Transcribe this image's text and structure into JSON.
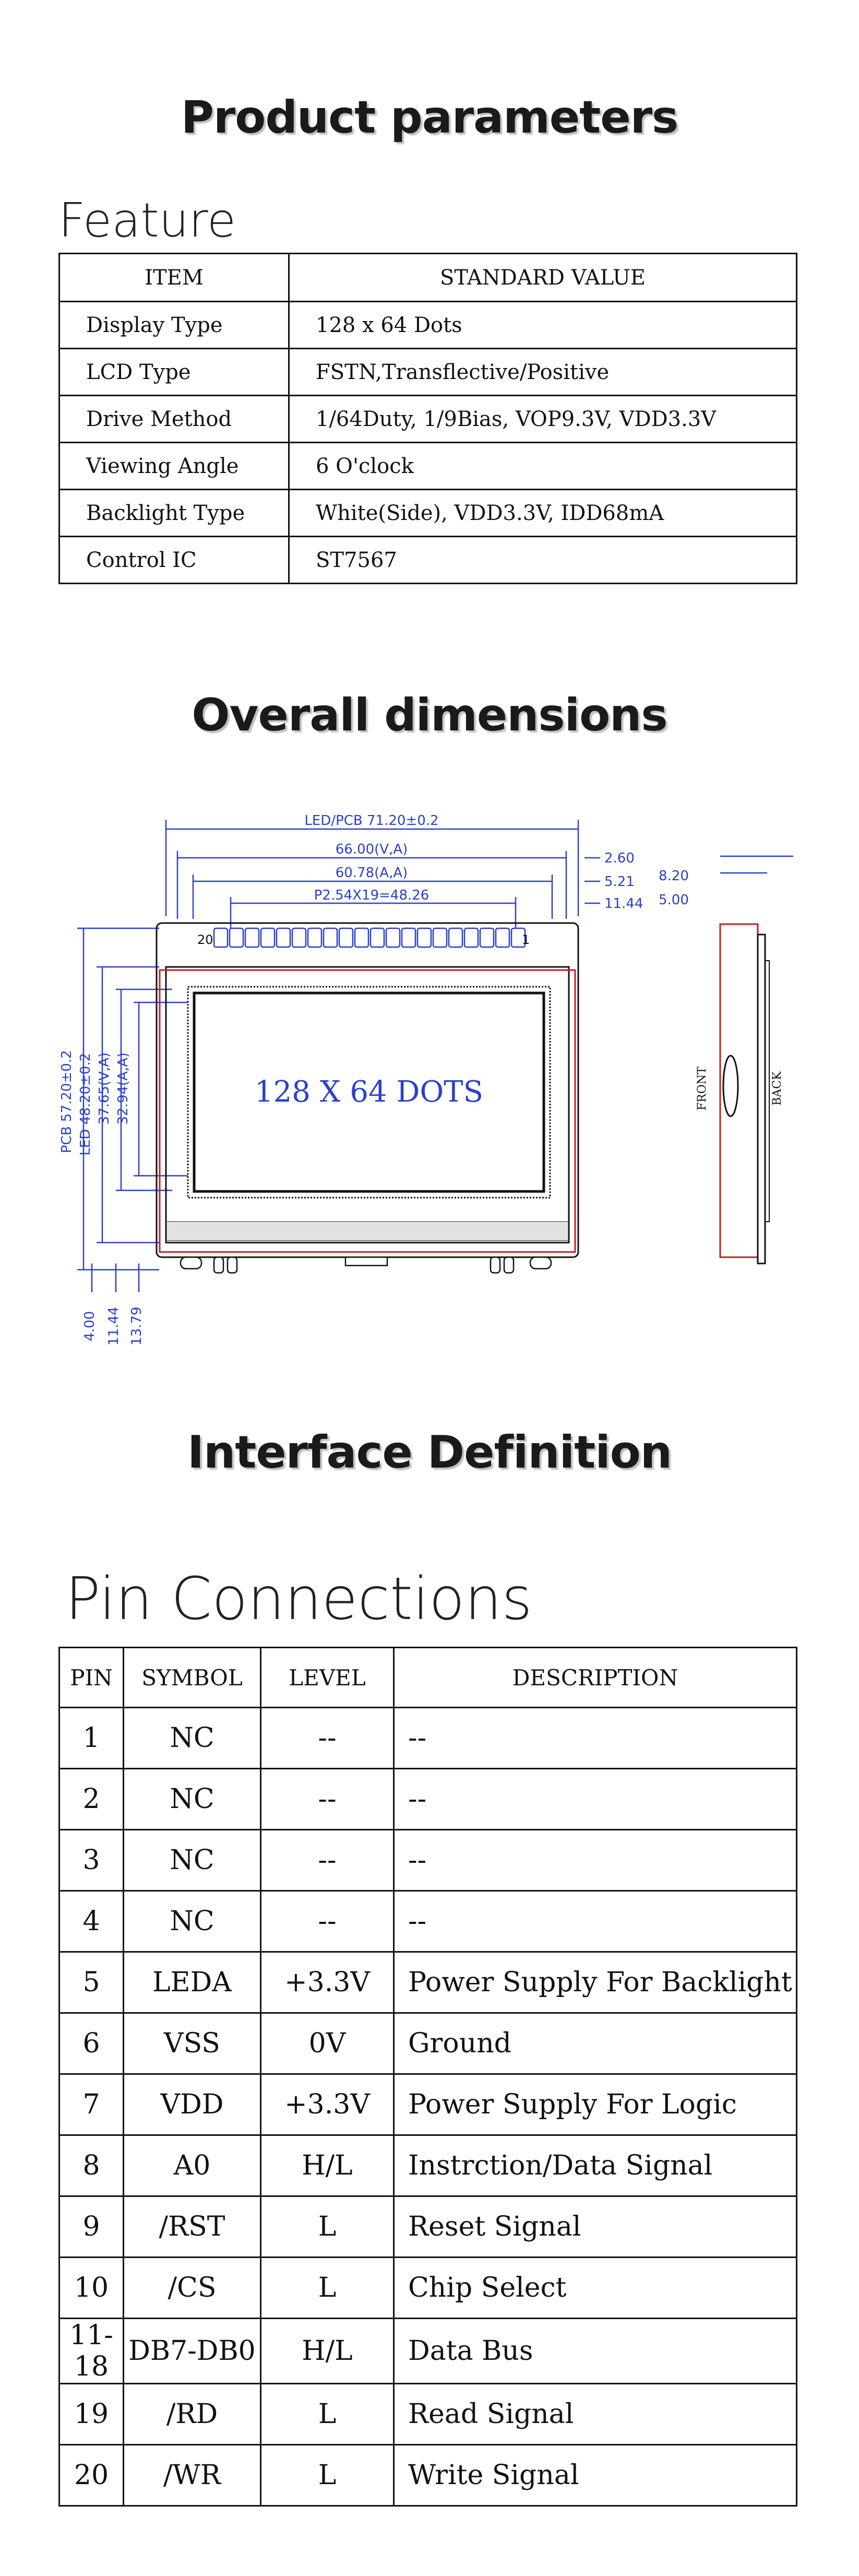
{
  "headings": {
    "product_parameters": "Product parameters",
    "feature": "Feature",
    "overall_dimensions": "Overall dimensions",
    "interface_definition": "Interface Definition",
    "pin_connections": "Pin Connections"
  },
  "feature_table": {
    "headers": [
      "ITEM",
      "STANDARD VALUE"
    ],
    "rows": [
      [
        "Display Type",
        "128 x 64 Dots"
      ],
      [
        "LCD Type",
        "FSTN,Transflective/Positive"
      ],
      [
        "Drive Method",
        "1/64Duty, 1/9Bias, VOP9.3V, VDD3.3V"
      ],
      [
        "Viewing Angle",
        "6 O'clock"
      ],
      [
        "Backlight Type",
        "White(Side), VDD3.3V, IDD68mA"
      ],
      [
        "Control IC",
        "ST7567"
      ]
    ]
  },
  "drawing": {
    "screen_text": "128 X 64 DOTS",
    "dim_lcd_pcb": "LED/PCB 71.20±0.2",
    "dim_va": "66.00(V,A)",
    "dim_aa": "60.78(A,A)",
    "dim_pitch": "P2.54X19=48.26",
    "dim_r1": "2.60",
    "dim_r2": "5.21",
    "dim_r3": "11.44",
    "dim_pcb_h": "PCB 57.20±0.2",
    "dim_led_h": "LED 48.20±0.2",
    "dim_va_h": "37.65(V,A)",
    "dim_aa_h": "32.94(A,A)",
    "dim_b1": "4.00",
    "dim_b2": "11.44",
    "dim_b3": "13.79",
    "dim_s1": "8.20",
    "dim_s2": "5.00",
    "pin_left": "20",
    "pin_right": "1",
    "front": "FRONT",
    "back": "BACK"
  },
  "pin_table": {
    "headers": [
      "PIN",
      "SYMBOL",
      "LEVEL",
      "DESCRIPTION"
    ],
    "rows": [
      [
        "1",
        "NC",
        "--",
        "--"
      ],
      [
        "2",
        "NC",
        "--",
        "--"
      ],
      [
        "3",
        "NC",
        "--",
        "--"
      ],
      [
        "4",
        "NC",
        "--",
        "--"
      ],
      [
        "5",
        "LEDA",
        "+3.3V",
        "Power Supply For Backlight"
      ],
      [
        "6",
        "VSS",
        "0V",
        "Ground"
      ],
      [
        "7",
        "VDD",
        "+3.3V",
        "Power Supply For Logic"
      ],
      [
        "8",
        "A0",
        "H/L",
        "Instrction/Data Signal"
      ],
      [
        "9",
        "/RST",
        "L",
        "Reset Signal"
      ],
      [
        "10",
        "/CS",
        "L",
        "Chip Select"
      ],
      [
        "11-18",
        "DB7-DB0",
        "H/L",
        "Data Bus"
      ],
      [
        "19",
        "/RD",
        "L",
        "Read Signal"
      ],
      [
        "20",
        "/WR",
        "L",
        "Write Signal"
      ]
    ]
  },
  "colors": {
    "dimension_blue": "#2a3fcf",
    "pcb_red": "#c81e1e"
  }
}
